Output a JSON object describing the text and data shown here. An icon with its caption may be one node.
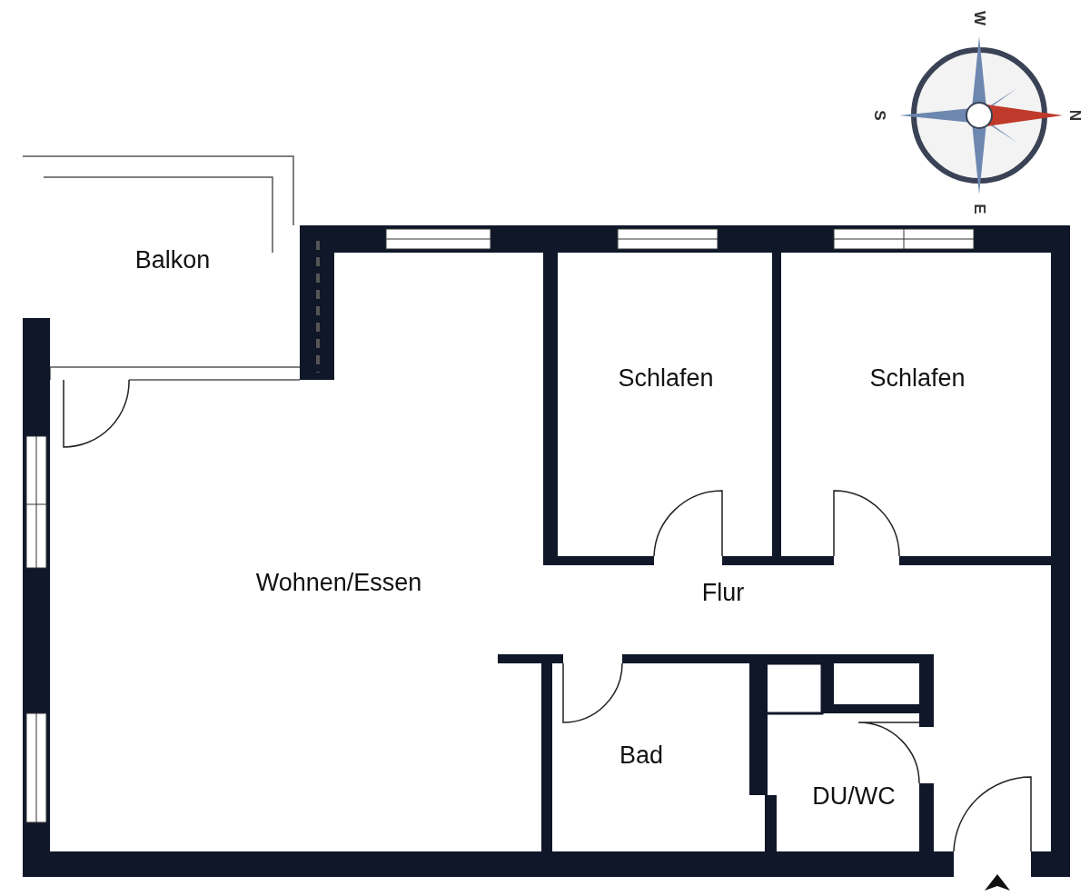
{
  "diagram": {
    "nodes": [
      {
        "text": [
          "Balkon"
        ]
      },
      {
        "text": [
          "Schlafen"
        ]
      },
      {
        "text": [
          "Schlafen"
        ]
      },
      {
        "text": [
          "Wohnen/Essen"
        ]
      },
      {
        "text": [
          "Flur"
        ]
      },
      {
        "text": [
          "Bad"
        ]
      },
      {
        "text": [
          "DU/WC"
        ]
      }
    ],
    "labels": [
      "W",
      "S",
      "N",
      "E"
    ]
  }
}
